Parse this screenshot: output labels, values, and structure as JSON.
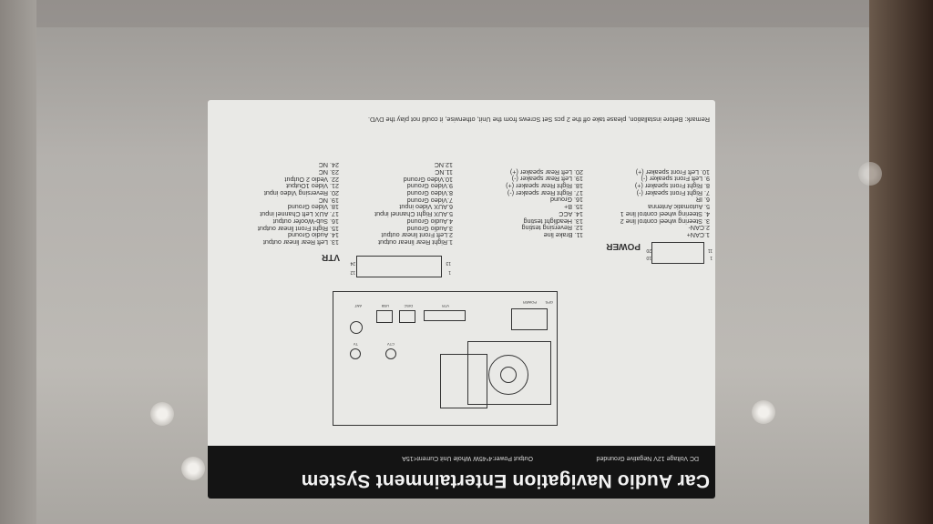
{
  "label": {
    "title": "Car Audio Navigation Entertainment System",
    "specs": [
      "DC Voltage 12V Negative Grounded",
      "Output Power:4*45W Whole Unit Current<15A"
    ],
    "power_connector": {
      "title": "POWER",
      "pins": [
        "1.CAN+",
        "2.CAN-",
        "3. Steering wheel control line 2",
        "4. Steering wheel control line 1",
        "5. Automatic Antenna",
        "6. IR",
        "7. Right Front speaker (-)",
        "8. Right Front speaker (+)",
        "9. Left Front speaker (-)",
        "10. Left Front speaker (+)",
        "11. Brake line",
        "12. Reversing testing",
        "13. Headlight testing",
        "14. ACC",
        "15. B+",
        "16. Ground",
        "17. Right Rear speaker (-)",
        "18. Right Rear speaker (+)",
        "19. Left Rear speaker (-)",
        "20. Left Rear speaker (+)"
      ]
    },
    "vtr_connector": {
      "title": "VTR",
      "pins": [
        "1.Right Rear linear output",
        "2.Left Front linear output",
        "3.Audio Ground",
        "4.Audio Ground",
        "5.AUX Right Channel input",
        "6.AUX Video input",
        "7.Video Ground",
        "8.Video Ground",
        "9.Video Ground",
        "10.Video Ground",
        "11.NC",
        "12.NC",
        "13. Left Rear linear output",
        "14. Audio Ground",
        "15. Right Front linear output",
        "16. Sub-Woofer output",
        "17. AUX Left Channel input",
        "18. Video Ground",
        "19. NC",
        "20. Reversing Video input",
        "21. Video 1Output",
        "22. Vedio 2 Output",
        "23. NC",
        "24. NC"
      ]
    },
    "ports": [
      "GPS",
      "POWER",
      "VTR",
      "DISC",
      "USB",
      "ANT",
      "TV",
      "CTV"
    ],
    "connector_pin_numbers": [
      "1",
      "13",
      "12",
      "24",
      "1",
      "11",
      "10",
      "20"
    ],
    "remark": "Remark: Before installation, please take off the 2 pcs Set Screws from the Unit, otherwise, it could not play the DVD."
  }
}
